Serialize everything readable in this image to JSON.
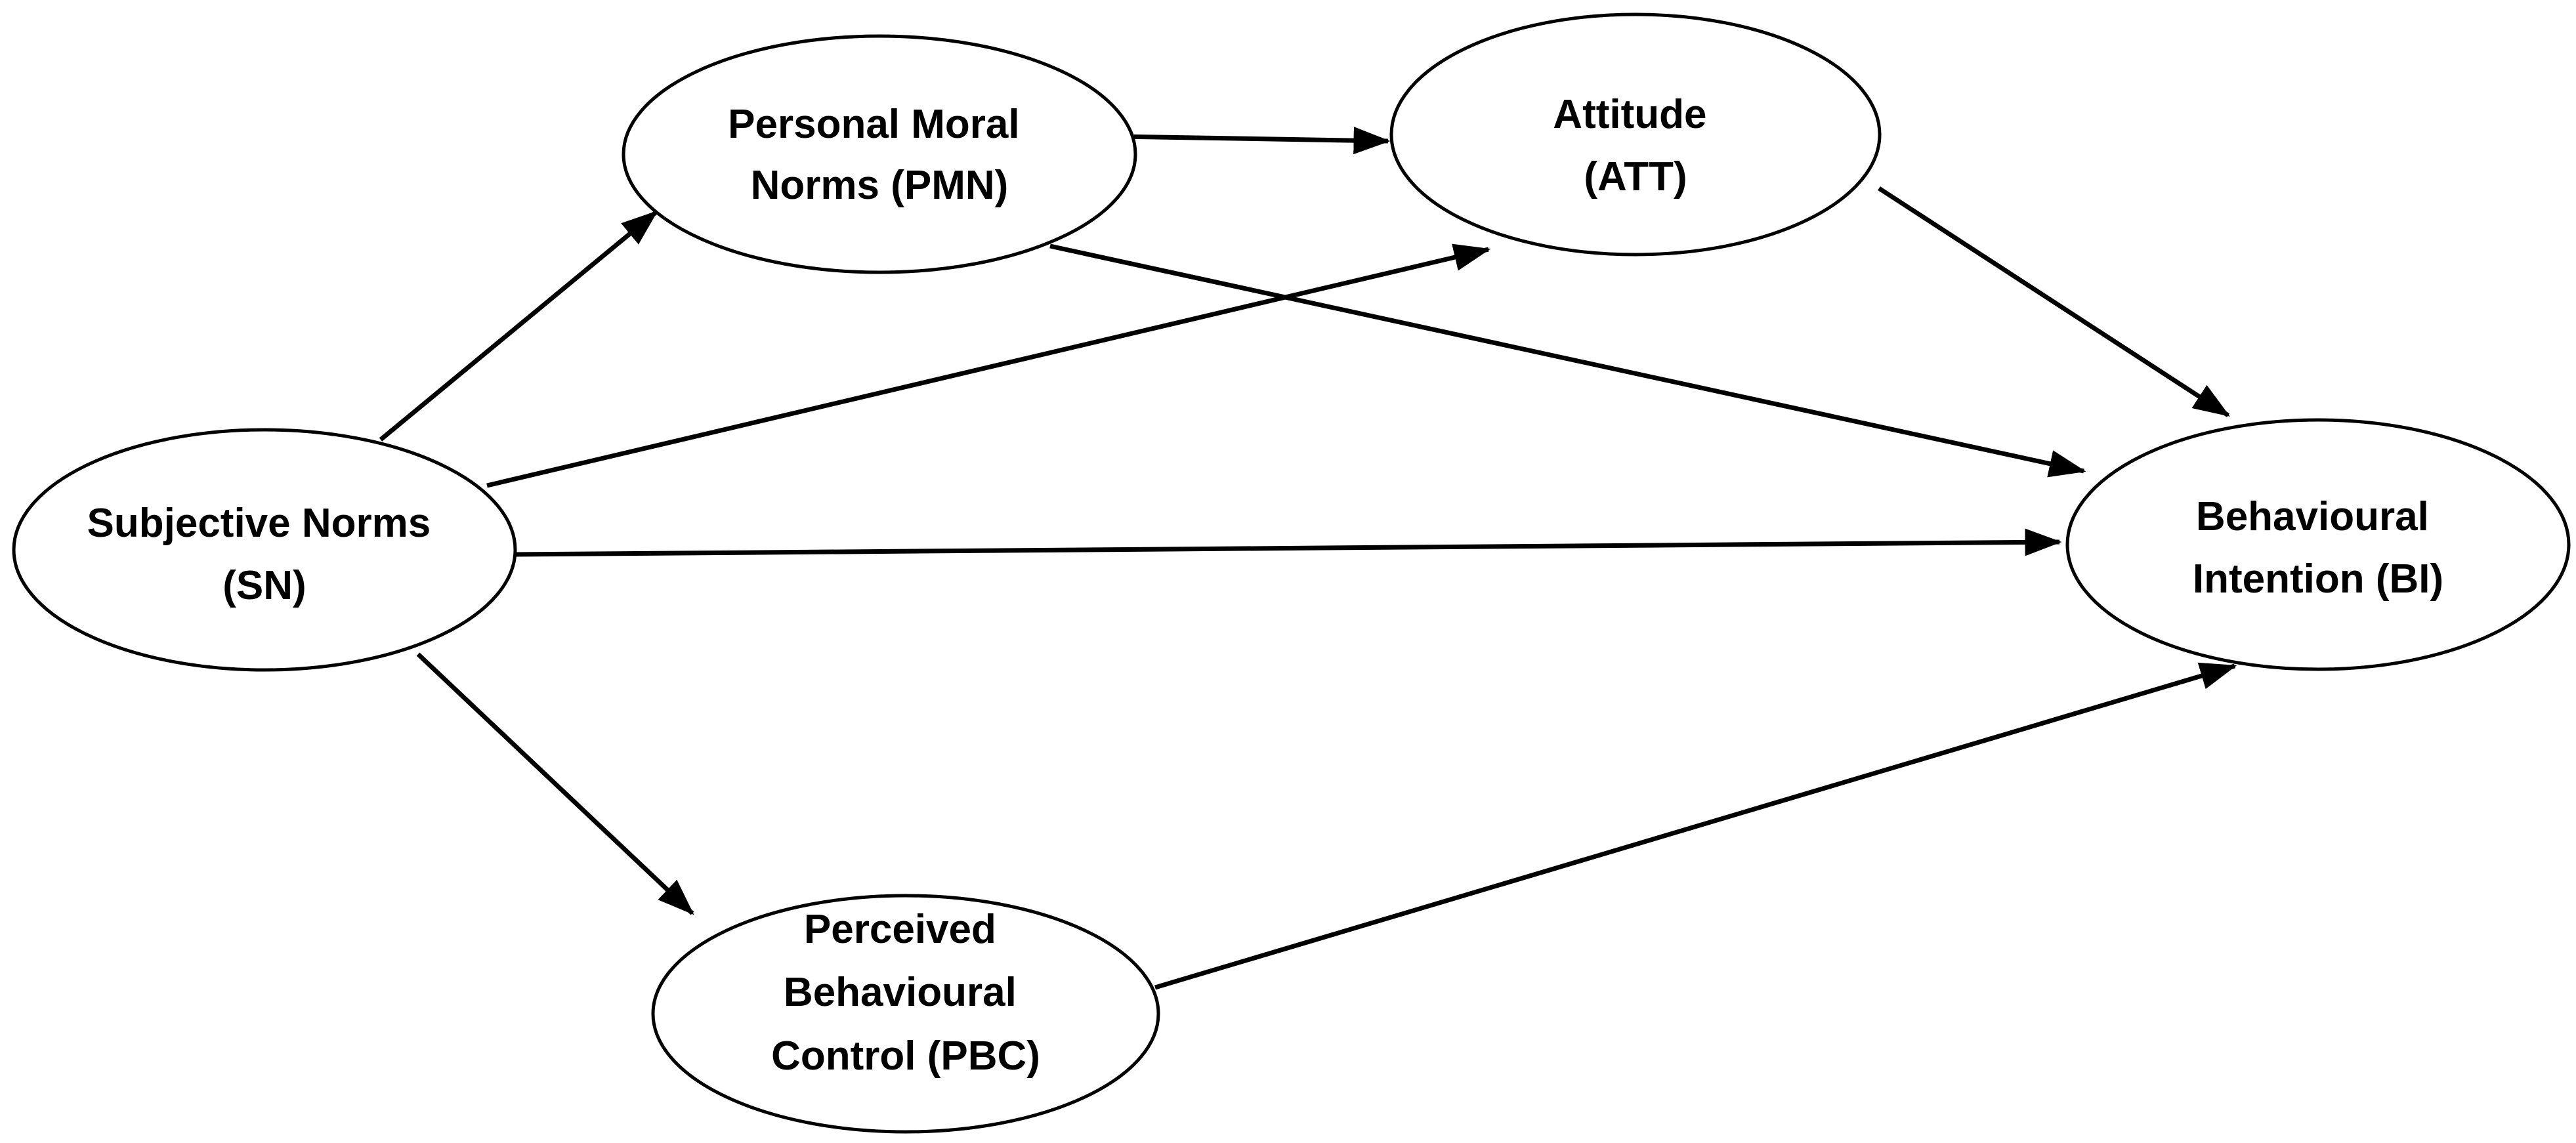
{
  "diagram": {
    "nodes": [
      {
        "id": "sn",
        "lines": [
          "Subjective Norms",
          "(SN)"
        ]
      },
      {
        "id": "pmn",
        "lines": [
          "Personal Moral",
          "Norms (PMN)"
        ]
      },
      {
        "id": "att",
        "lines": [
          "Attitude",
          "(ATT)"
        ]
      },
      {
        "id": "pbc",
        "lines": [
          "Perceived",
          "Behavioural",
          "Control (PBC)"
        ]
      },
      {
        "id": "bi",
        "lines": [
          "Behavioural",
          "Intention (BI)"
        ]
      }
    ],
    "edges": [
      {
        "from": "sn",
        "to": "pmn"
      },
      {
        "from": "sn",
        "to": "att"
      },
      {
        "from": "sn",
        "to": "bi"
      },
      {
        "from": "sn",
        "to": "pbc"
      },
      {
        "from": "pmn",
        "to": "att"
      },
      {
        "from": "pmn",
        "to": "bi"
      },
      {
        "from": "att",
        "to": "bi"
      },
      {
        "from": "pbc",
        "to": "bi"
      }
    ]
  }
}
